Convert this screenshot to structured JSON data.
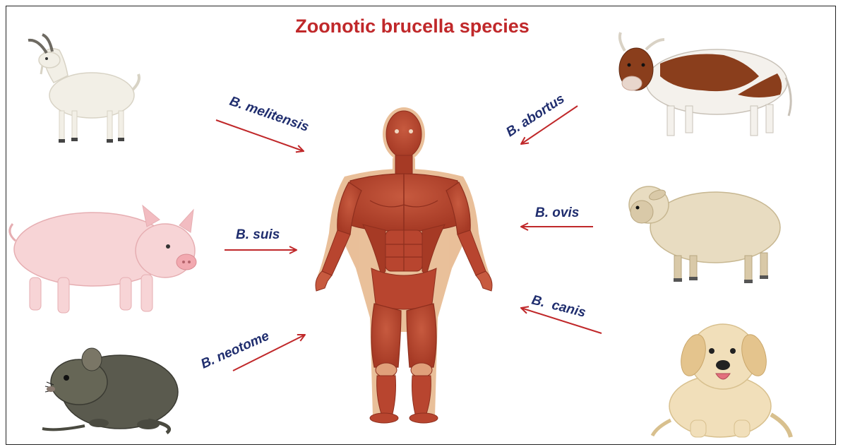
{
  "title": "Zoonotic brucella species",
  "colors": {
    "title": "#c0282a",
    "label": "#1f2d6e",
    "arrow": "#c0282a",
    "muscle": "#b8452f",
    "muscle_dark": "#8e2f1e",
    "skin_outline": "#e7b98f"
  },
  "species": [
    {
      "label": "B. melitensis",
      "host_icon": "goat-icon"
    },
    {
      "label": "B. suis",
      "host_icon": "pig-icon"
    },
    {
      "label": "B. neotome",
      "host_icon": "rat-icon"
    },
    {
      "label": "B. abortus",
      "host_icon": "cow-icon"
    },
    {
      "label": "B. ovis",
      "host_icon": "sheep-icon"
    },
    {
      "label": "B.  canis",
      "host_icon": "dog-icon"
    }
  ],
  "center_icon": "human-muscle-anatomy-icon"
}
